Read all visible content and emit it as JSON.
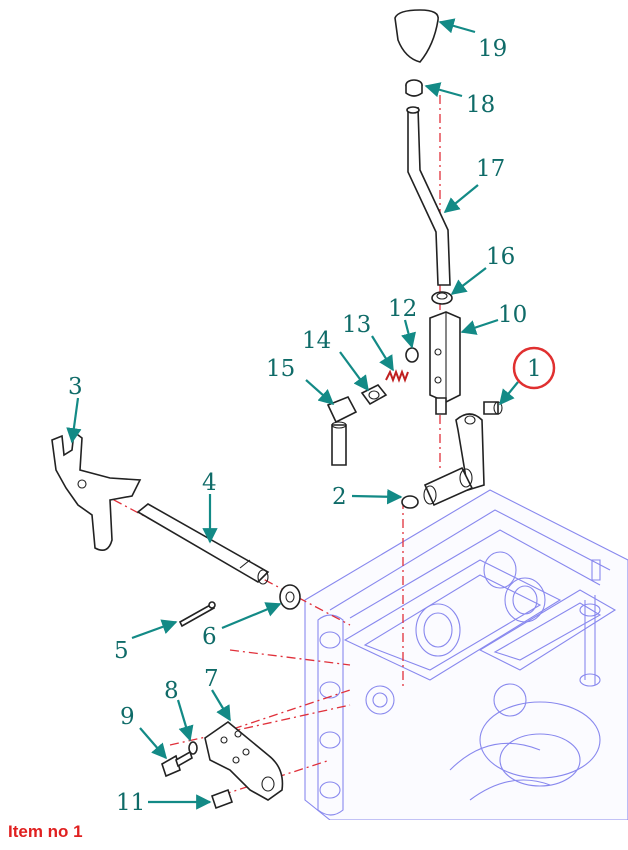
{
  "caption": "Item no 1",
  "highlight_color": "#e03030",
  "callout_color": "#0f6b68",
  "callouts": {
    "c1": "1",
    "c2": "2",
    "c3": "3",
    "c4": "4",
    "c5": "5",
    "c6": "6",
    "c7": "7",
    "c8": "8",
    "c9": "9",
    "c10": "10",
    "c11": "11",
    "c12": "12",
    "c13": "13",
    "c14": "14",
    "c15": "15",
    "c16": "16",
    "c17": "17",
    "c18": "18",
    "c19": "19"
  },
  "highlighted_item": "1"
}
